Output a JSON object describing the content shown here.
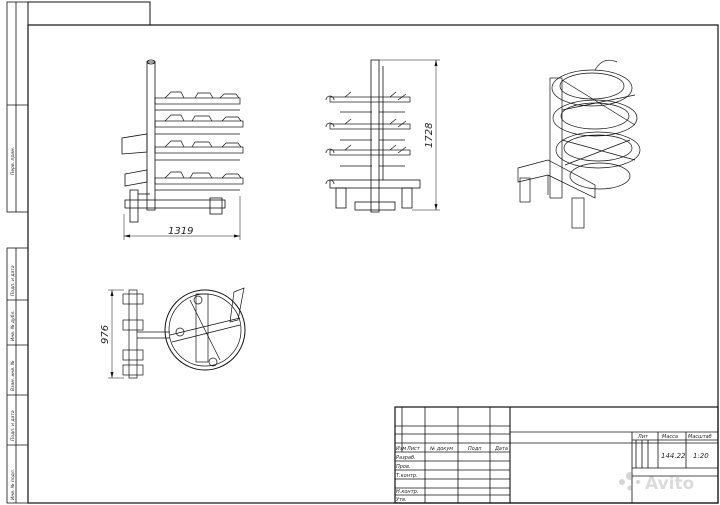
{
  "dimensions": {
    "width_label": "1319",
    "height_label": "1728",
    "plan_label": "976"
  },
  "title_block": {
    "col_headers": [
      "Изм",
      "Лист",
      "№ докум",
      "Подп",
      "Дата"
    ],
    "row_labels": [
      "Разраб.",
      "Пров.",
      "Т.контр.",
      "Н.контр.",
      "Утв."
    ],
    "right_headers": [
      "Лит",
      "Масса",
      "Масштаб"
    ],
    "mass": "144.22",
    "scale": "1:20"
  },
  "side_strip": {
    "top_label": "Перв. прим.",
    "lower_labels": [
      "Подп. и дата",
      "Инв. № дубл.",
      "Взам. инв. №",
      "Подп. и дата",
      "Инв. № подл."
    ]
  },
  "watermark": "Avito"
}
